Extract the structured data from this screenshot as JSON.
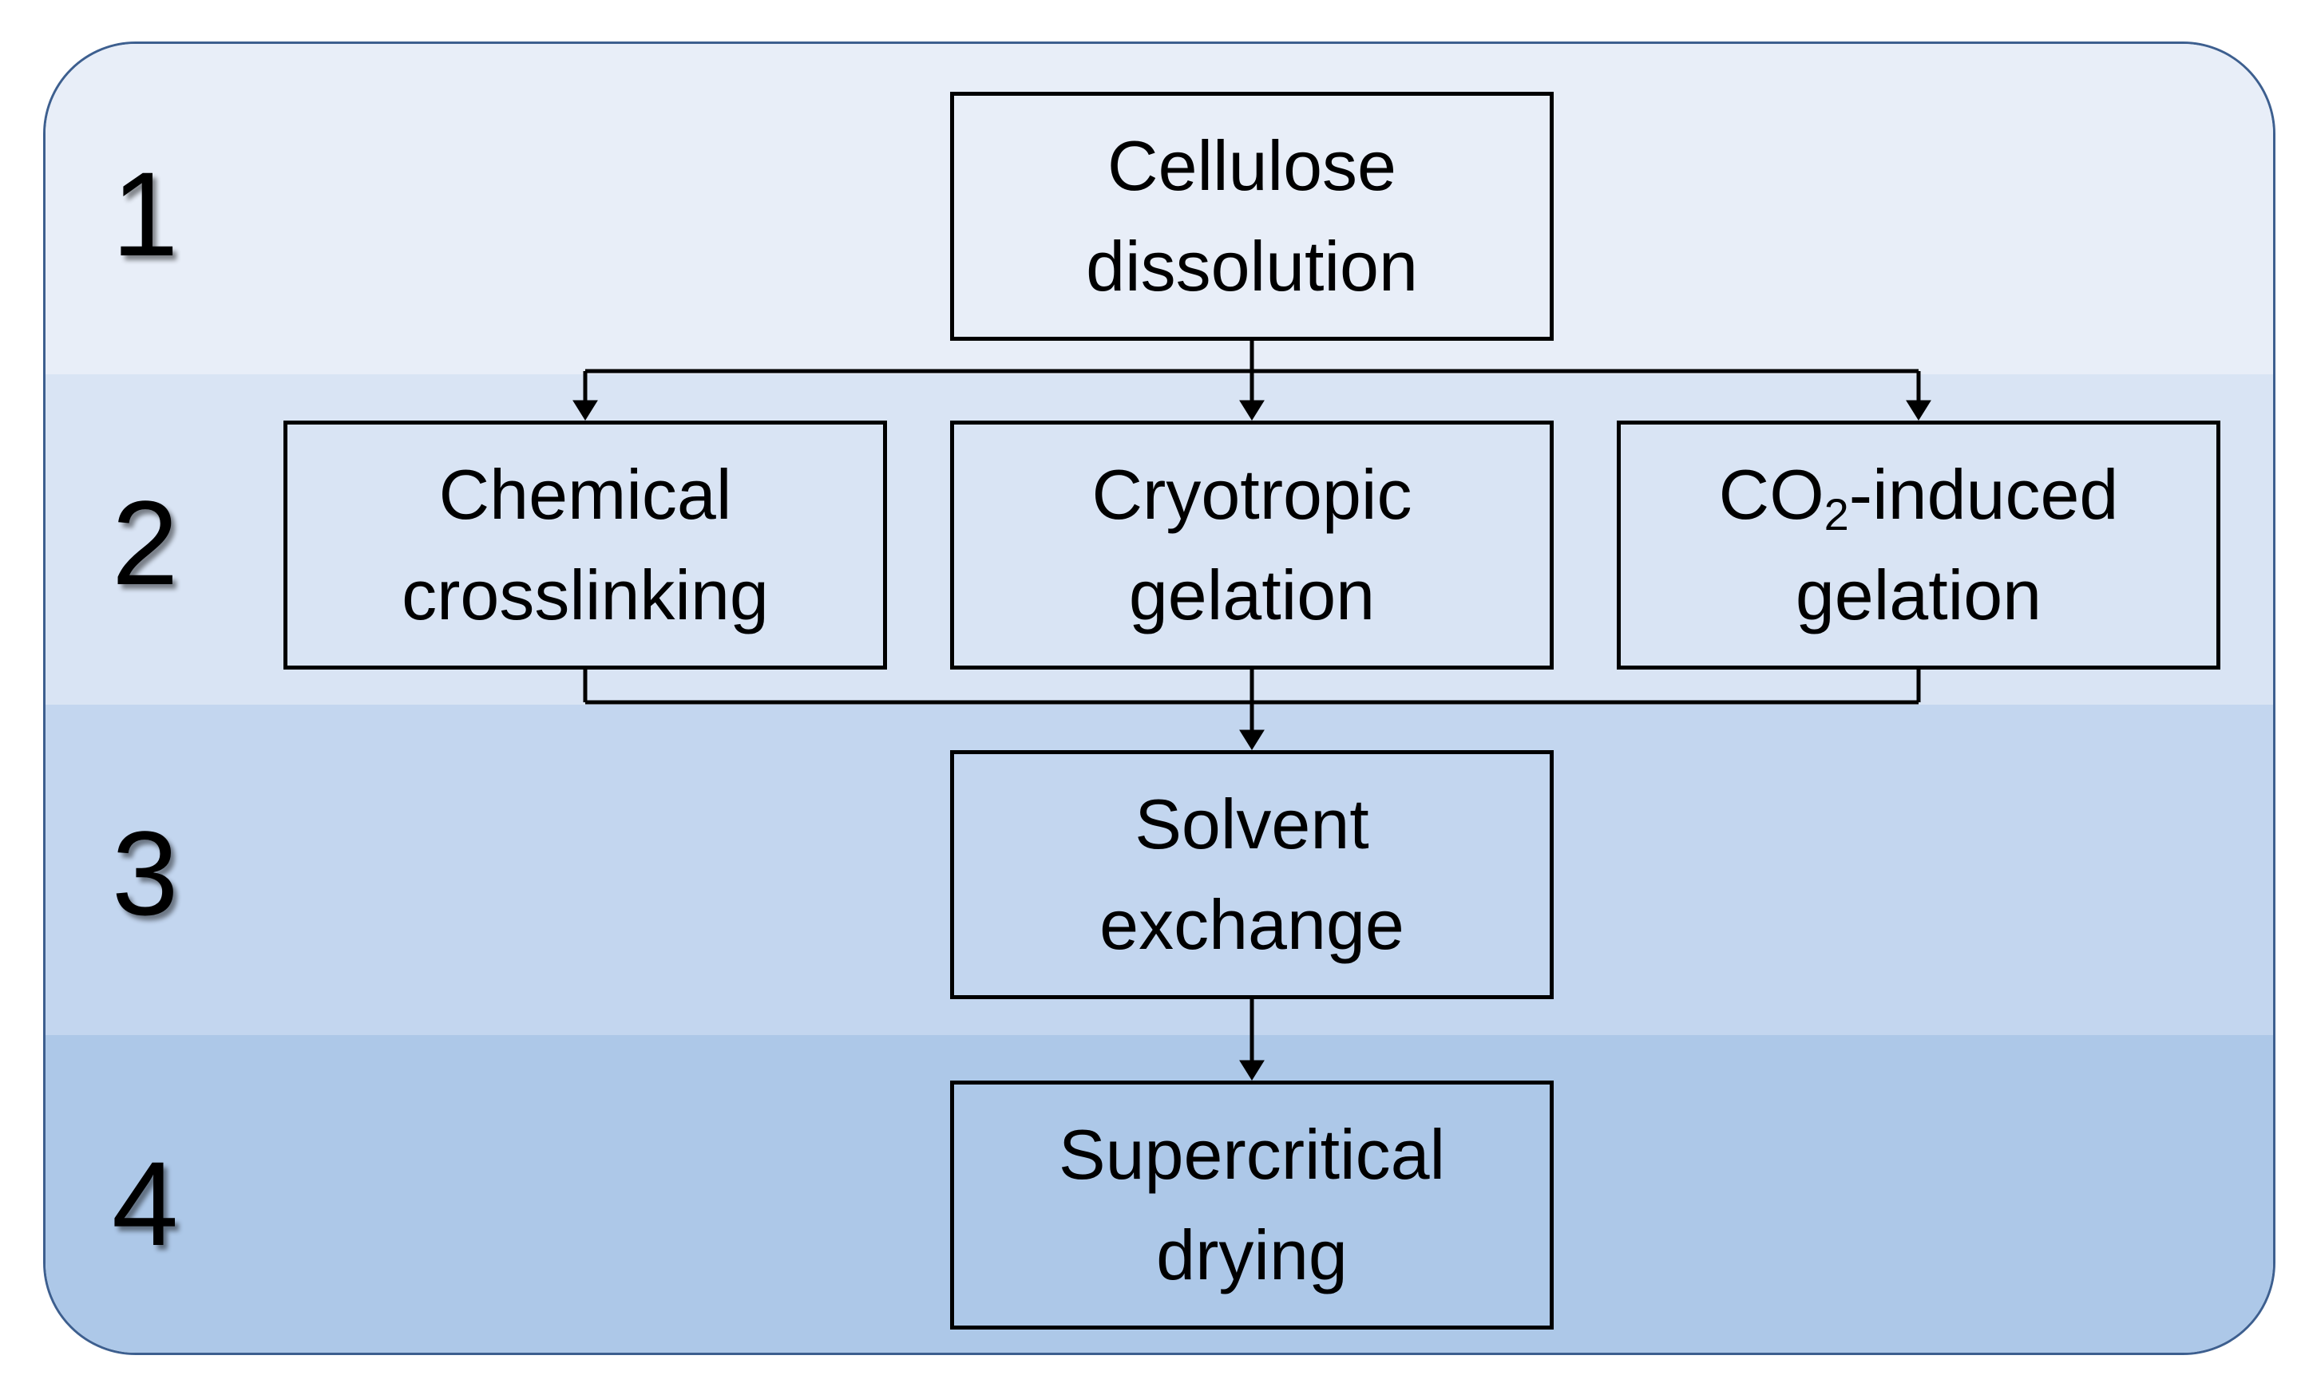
{
  "steps": [
    "1",
    "2",
    "3",
    "4"
  ],
  "boxes": {
    "dissolution": {
      "line1": "Cellulose",
      "line2": "dissolution"
    },
    "chemical": {
      "line1": "Chemical",
      "line2": "crosslinking"
    },
    "cryotropic": {
      "line1": "Cryotropic",
      "line2": "gelation"
    },
    "co2": {
      "line1_prefix": "CO",
      "line1_sub": "2",
      "line1_suffix": "-induced",
      "line2": "gelation"
    },
    "solvent": {
      "line1": "Solvent",
      "line2": "exchange"
    },
    "supercritical": {
      "line1": "Supercritical",
      "line2": "drying"
    }
  },
  "colors": {
    "band_1": "#e8eef8",
    "band_2": "#d9e4f4",
    "band_3": "#c3d6ef",
    "band_4": "#adc8e8",
    "panel_border": "#3d5f8f",
    "box_border": "#000000",
    "arrow": "#000000"
  }
}
